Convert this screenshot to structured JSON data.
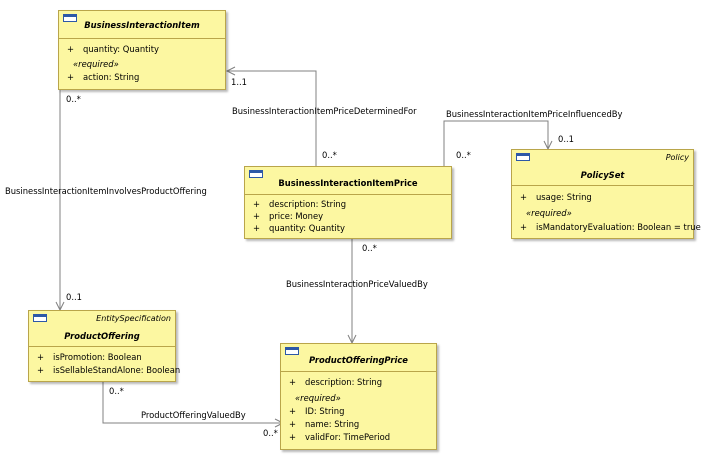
{
  "classes": {
    "bii": {
      "name": "BusinessInteractionItem",
      "rows": [
        {
          "vis": "+",
          "text": "quantity: Quantity"
        },
        {
          "section": "«required»"
        },
        {
          "vis": "+",
          "text": "action: String"
        }
      ]
    },
    "biip": {
      "name": "BusinessInteractionItemPrice",
      "rows": [
        {
          "vis": "+",
          "text": "description: String"
        },
        {
          "vis": "+",
          "text": "price: Money"
        },
        {
          "vis": "+",
          "text": "quantity: Quantity"
        }
      ]
    },
    "ps": {
      "stereotype": "Policy",
      "name": "PolicySet",
      "rows": [
        {
          "vis": "+",
          "text": "usage: String"
        },
        {
          "section": "«required»"
        },
        {
          "vis": "+",
          "text": "isMandatoryEvaluation: Boolean = true"
        }
      ]
    },
    "po": {
      "stereotype": "EntitySpecification",
      "name": "ProductOffering",
      "rows": [
        {
          "vis": "+",
          "text": "isPromotion: Boolean"
        },
        {
          "vis": "+",
          "text": "isSellableStandAlone: Boolean"
        }
      ]
    },
    "pop": {
      "name": "ProductOfferingPrice",
      "rows": [
        {
          "vis": "+",
          "text": "description: String"
        },
        {
          "section": "«required»"
        },
        {
          "vis": "+",
          "text": "ID: String"
        },
        {
          "vis": "+",
          "text": "name: String"
        },
        {
          "vis": "+",
          "text": "validFor: TimePeriod"
        }
      ]
    }
  },
  "associations": {
    "determined_for": "BusinessInteractionItemPriceDeterminedFor",
    "influenced_by": "BusinessInteractionItemPriceInfluencedBy",
    "involves_offering": "BusinessInteractionItemInvolvesProductOffering",
    "valued_by": "BusinessInteractionPriceValuedBy",
    "offering_valued_by": "ProductOfferingValuedBy"
  },
  "multiplicities": {
    "bii_determined": "1..1",
    "biip_determined": "0..*",
    "biip_influenced": "0..*",
    "ps_influenced": "0..1",
    "bii_involves": "0..*",
    "po_involves": "0..1",
    "biip_valued": "0..*",
    "po_offering_valued": "0..*",
    "pop_offering_valued": "0..*"
  },
  "colors": {
    "class_fill": "#fcf7a1",
    "class_border": "#b9a54a",
    "connector": "#808080",
    "icon": "#2d58a7"
  }
}
